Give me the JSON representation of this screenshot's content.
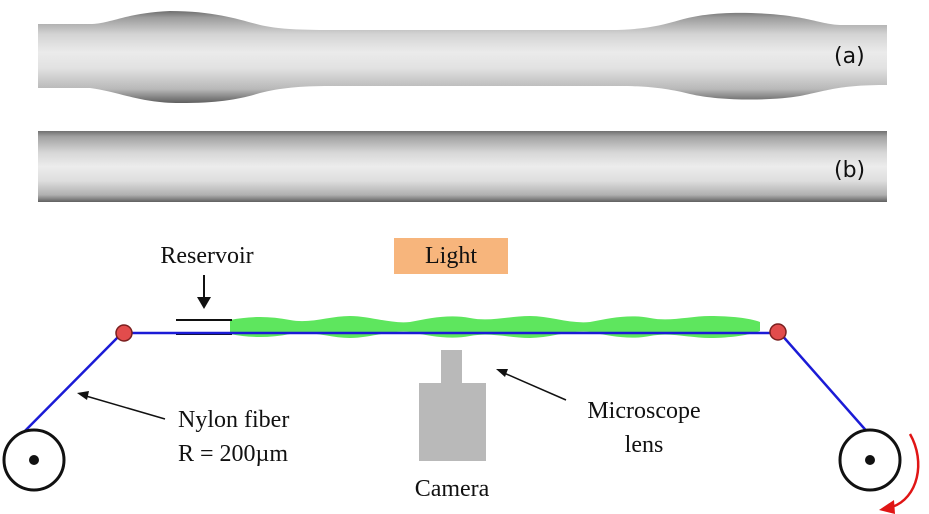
{
  "panels": {
    "a": {
      "label": "(a)"
    },
    "b": {
      "label": "(b)"
    }
  },
  "setup": {
    "light_label": "Light",
    "reservoir_label": "Reservoir",
    "fiber_label_line1": "Nylon fiber",
    "fiber_label_line2": "R = 200µm",
    "lens_label_line1": "Microscope",
    "lens_label_line2": "lens",
    "camera_label": "Camera"
  },
  "colors": {
    "fiber": "#1b1bd6",
    "film": "#5ee65e",
    "pulley_pin": "#e24c4c",
    "light_box": "#f7b57c",
    "camera": "#b9b9b9",
    "rotation_arrow": "#e01515"
  }
}
